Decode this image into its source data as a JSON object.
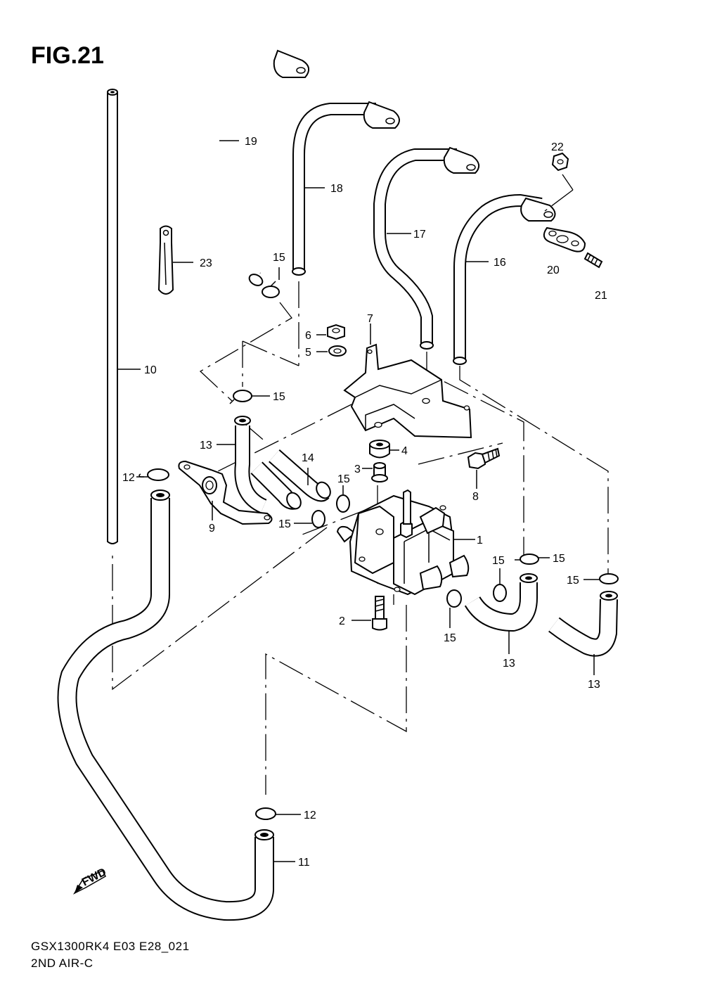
{
  "figure": {
    "title": "FIG.21",
    "model_code": "GSX1300RK4 E03 E28_021",
    "section_name": "2ND AIR-C",
    "fwd_label": "FWD"
  },
  "callouts": {
    "c1": "1",
    "c2": "2",
    "c3": "3",
    "c4": "4",
    "c5": "5",
    "c6": "6",
    "c7": "7",
    "c8": "8",
    "c9": "9",
    "c10": "10",
    "c11": "11",
    "c12a": "12",
    "c12b": "12",
    "c13a": "13",
    "c13b": "13",
    "c13c": "13",
    "c14": "14",
    "c15a": "15",
    "c15b": "15",
    "c15c": "15",
    "c15d": "15",
    "c15e": "15",
    "c15f": "15",
    "c15g": "15",
    "c15h": "15",
    "c16": "16",
    "c17": "17",
    "c18": "18",
    "c19": "19",
    "c20": "20",
    "c21": "21",
    "c22": "22",
    "c23": "23"
  }
}
